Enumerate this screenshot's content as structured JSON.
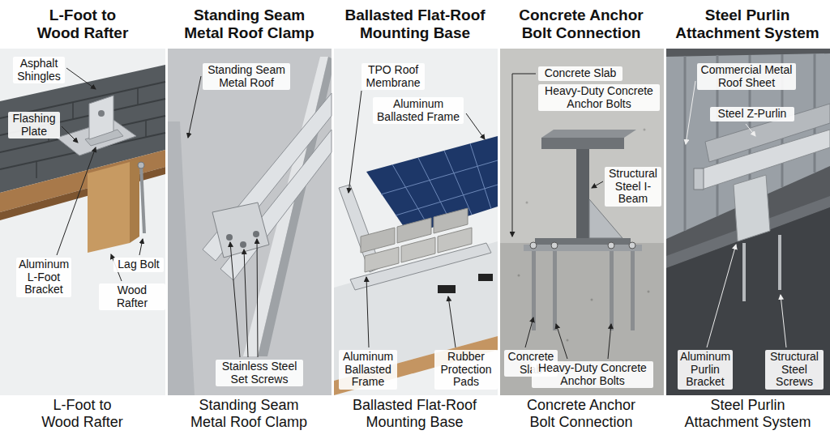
{
  "diagram": {
    "labels": [
      "L-Foot to Wood Rafter",
      "Asphalt Shingles",
      "Flashing Plate",
      "Aluminum L-Foot Bracket",
      "Lag Bolt",
      "Wood Rafter",
      "L-Foot to Wood Rafter",
      "Standing Seam Metal Roof Clamp",
      "Standing Seam Metal Roof",
      "Stainless Steel Set Screws",
      "Standing Seam Metal Roof Clamp",
      "Ballasted Flat-Roof Mounting Base",
      "TPO Roof Membrane",
      "Aluminum Ballasted Frame",
      "Aluminum Ballasted Frame",
      "Rubber Protection Pads",
      "Ballasted Flat-Roof Mounting Base",
      "Concrete Anchor Bolt Connection",
      "Concrete Slab",
      "Heavy-Duty Concrete Anchor Bolts",
      "Structural Steel I-Beam",
      "Concrete Slab",
      "Heavy-Duty Concrete Anchor Bolts",
      "Concrete Anchor Bolt Connection",
      "Steel Purlin Attachment System",
      "Commercial Metal Roof Sheet",
      "Steel Z-Purlin",
      "Aluminum Purlin Bracket",
      "Structural Steel Screws",
      "Steel Purlin Attachment System"
    ]
  }
}
